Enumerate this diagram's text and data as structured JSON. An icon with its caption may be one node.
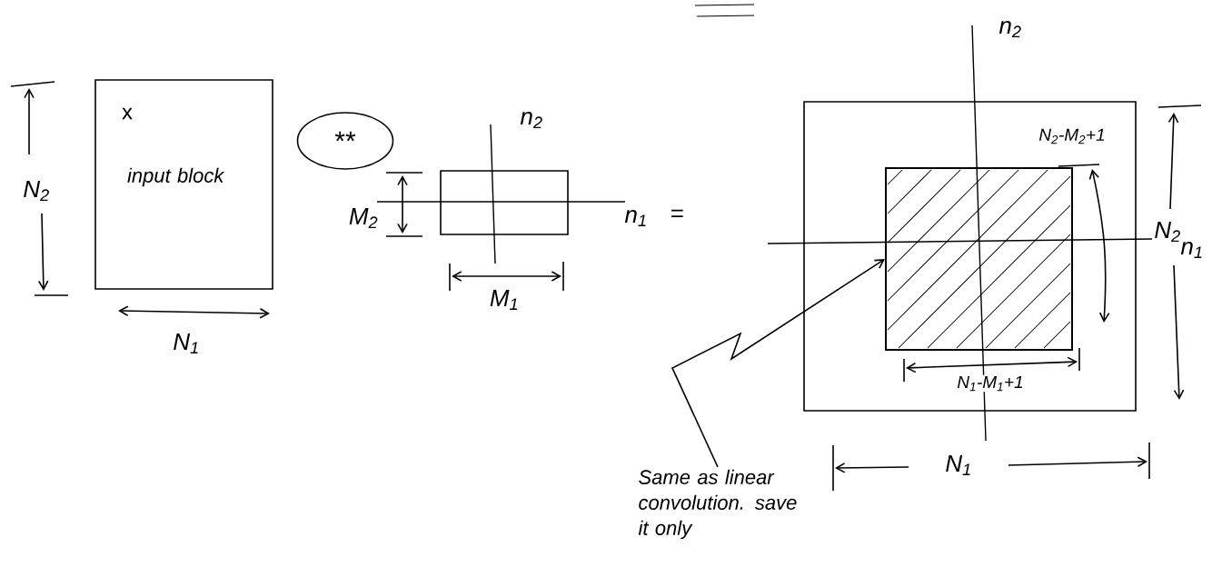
{
  "diagram": {
    "nodes": [
      {
        "text": [
          "x",
          "input block"
        ]
      },
      {
        "text": [
          "**"
        ]
      },
      {
        "text": [],
        "shape": "box"
      },
      {
        "text": [],
        "shape": "box"
      },
      {
        "text": [],
        "shape": "box",
        "in": 3
      },
      {
        "text": [
          "Same as linear convolution. save it only"
        ]
      }
    ],
    "edges": [
      {
        "from": 5,
        "to": 4,
        "arrow": "to"
      }
    ],
    "labels": [
      "N$_{2}$",
      "N$_{1}$",
      "n$_{2}$",
      "M$_{2}$",
      "n$_{1}$",
      "=",
      "M$_{1}$",
      "n$_{2}$",
      "N$_{2}$-M$_{2}$+1",
      "N$_{2}$",
      "n$_{1}$",
      "N$_{1}$-M$_{1}$+1",
      "N$_{1}$"
    ]
  }
}
